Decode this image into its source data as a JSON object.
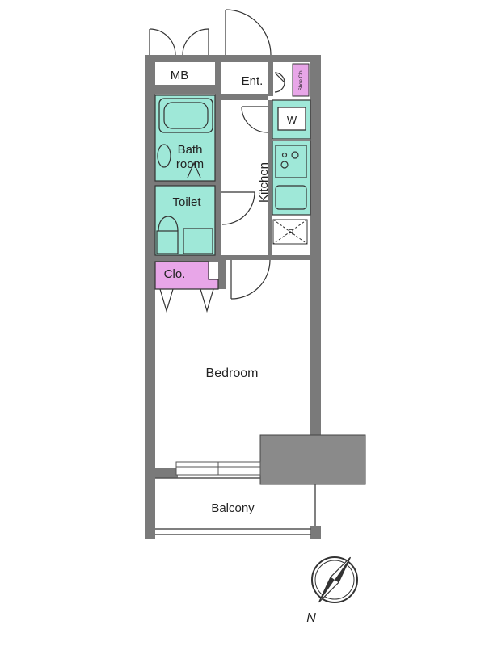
{
  "rooms": {
    "mb": "MB",
    "entrance": "Ent.",
    "shoe_closet": "Shoe Clo.",
    "washer": "W",
    "bathroom_line1": "Bath",
    "bathroom_line2": "room",
    "kitchen": "Kitchen",
    "refrigerator": "R",
    "toilet": "Toilet",
    "closet": "Clo.",
    "bedroom": "Bedroom",
    "balcony": "Balcony"
  },
  "compass": {
    "north_label": "N"
  },
  "colors": {
    "wall": "#7a7a7a",
    "wet_area": "#9fe8d8",
    "closet": "#e8a6e8",
    "column": "#8a8a8a",
    "line": "#333333"
  }
}
